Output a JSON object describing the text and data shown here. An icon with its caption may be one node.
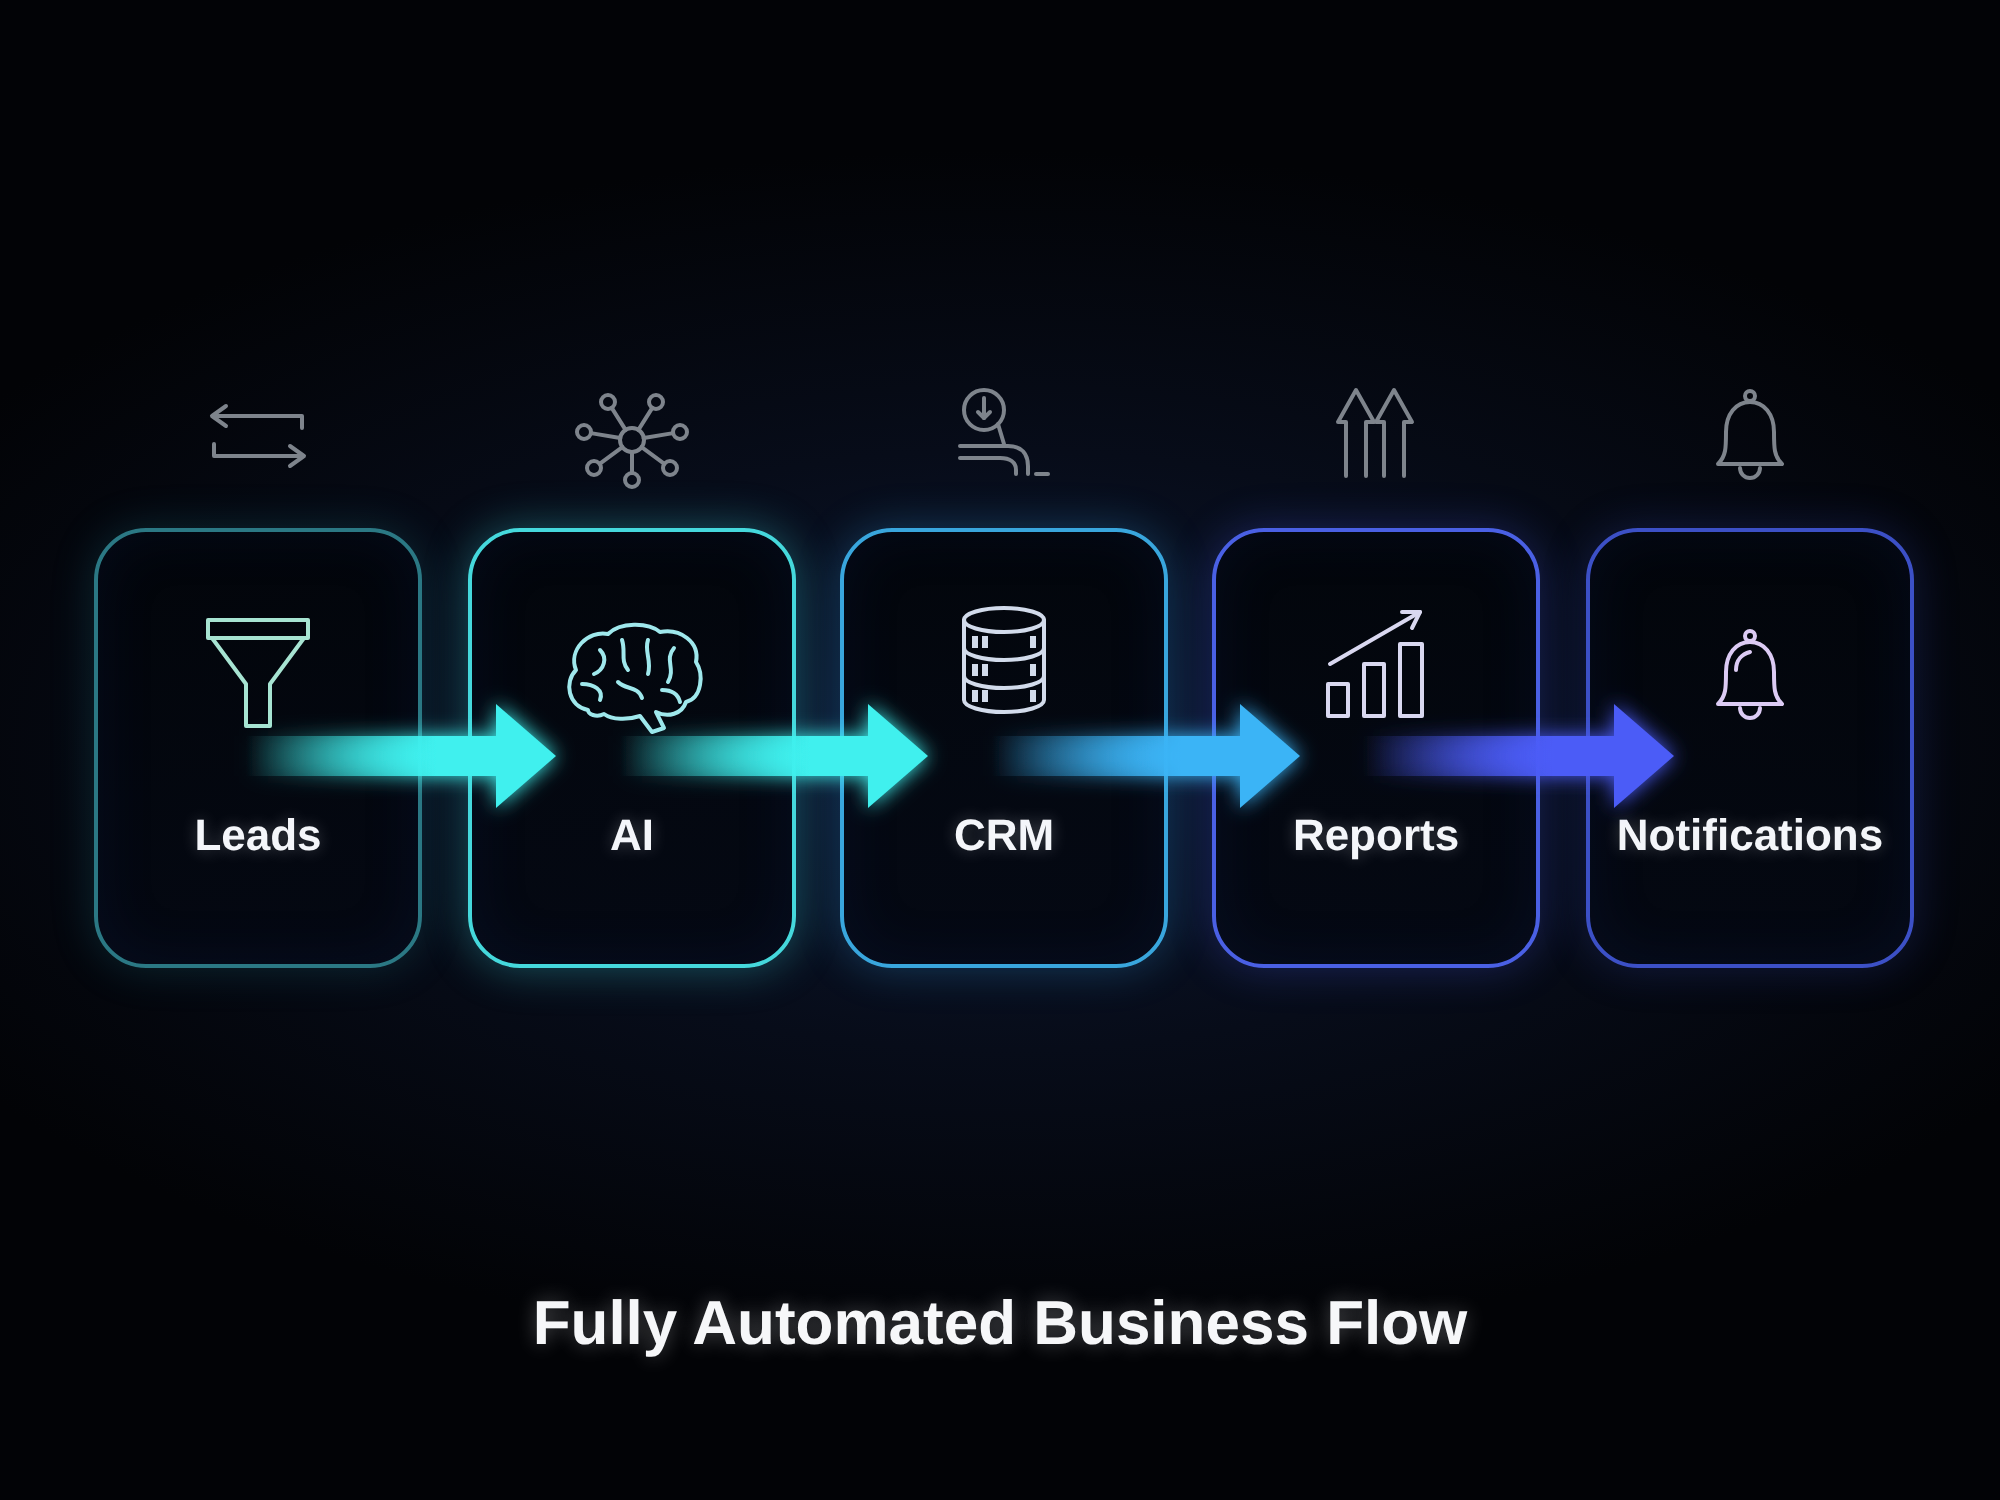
{
  "diagram": {
    "caption": "Fully Automated Business Flow",
    "nodes": [
      {
        "text": [
          "Leads"
        ]
      },
      {
        "text": [
          "AI"
        ]
      },
      {
        "text": [
          "CRM"
        ]
      },
      {
        "text": [
          "Reports"
        ]
      },
      {
        "text": [
          "Notifications"
        ]
      }
    ],
    "edges": [
      {
        "from": 0,
        "to": 1,
        "arrow": "to"
      },
      {
        "from": 1,
        "to": 2,
        "arrow": "to"
      },
      {
        "from": 2,
        "to": 3,
        "arrow": "to",
        "color": "#3bb4f6"
      },
      {
        "from": 3,
        "to": 4,
        "arrow": "to",
        "color": "#4b5cf7"
      }
    ]
  }
}
